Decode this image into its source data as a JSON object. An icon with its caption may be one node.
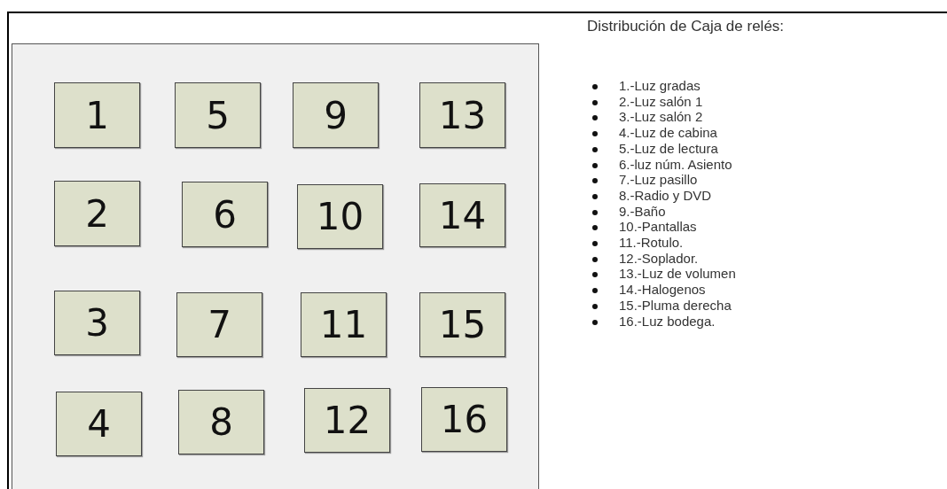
{
  "diagram": {
    "title": "Distribución de Caja de relés:",
    "nodes": [
      {
        "text": [],
        "shape": "box"
      },
      {
        "text": [
          "1"
        ],
        "in": 0
      },
      {
        "text": [
          "5"
        ],
        "in": 0
      },
      {
        "text": [
          "9"
        ],
        "in": 0
      },
      {
        "text": [
          "13"
        ],
        "in": 0
      },
      {
        "text": [
          "2"
        ],
        "in": 0
      },
      {
        "text": [
          "6"
        ],
        "in": 0
      },
      {
        "text": [
          "10"
        ],
        "in": 0
      },
      {
        "text": [
          "14"
        ],
        "in": 0
      },
      {
        "text": [
          "3"
        ],
        "in": 0
      },
      {
        "text": [
          "7"
        ],
        "in": 0
      },
      {
        "text": [
          "11"
        ],
        "in": 0
      },
      {
        "text": [
          "15"
        ],
        "in": 0
      },
      {
        "text": [
          "4"
        ],
        "in": 0
      },
      {
        "text": [
          "8"
        ],
        "in": 0
      },
      {
        "text": [
          "12"
        ],
        "in": 0
      },
      {
        "text": [
          "16"
        ],
        "in": 0
      }
    ],
    "edges": [],
    "labels": [
      "1.-Luz gradas",
      "2.-Luz salón 1",
      "3.-Luz salón 2",
      "4.-Luz de cabina",
      "5.-Luz de lectura",
      "6.-luz núm. Asiento",
      "7.-Luz pasillo",
      "8.-Radio y DVD",
      "9.-Baño",
      "10.-Pantallas",
      "11.-Rotulo.",
      "12.-Soplador.",
      "13.-Luz de volumen",
      "14.-Halogenos",
      "15.-Pluma derecha",
      "16.-Luz bodega."
    ]
  }
}
